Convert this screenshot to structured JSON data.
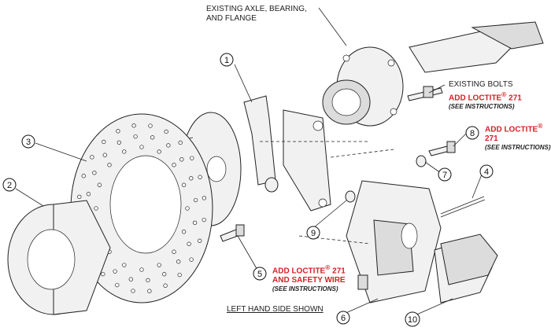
{
  "labels": {
    "axle": [
      "EXISTING AXLE, BEARING,",
      "AND FLANGE"
    ],
    "bolts_title": "EXISTING BOLTS",
    "loctite_prefix": "ADD LOCTITE",
    "loctite_reg": "®",
    "loctite_suffix": " 271",
    "loctite_5_line2": "AND SAFETY WIRE",
    "see_instructions": "(SEE INSTRUCTIONS)",
    "caption": "LEFT HAND SIDE SHOWN"
  },
  "callouts": [
    "1",
    "2",
    "3",
    "4",
    "5",
    "6",
    "7",
    "8",
    "9",
    "10"
  ],
  "colors": {
    "accent_red": "#d61f26",
    "line": "#222222"
  }
}
